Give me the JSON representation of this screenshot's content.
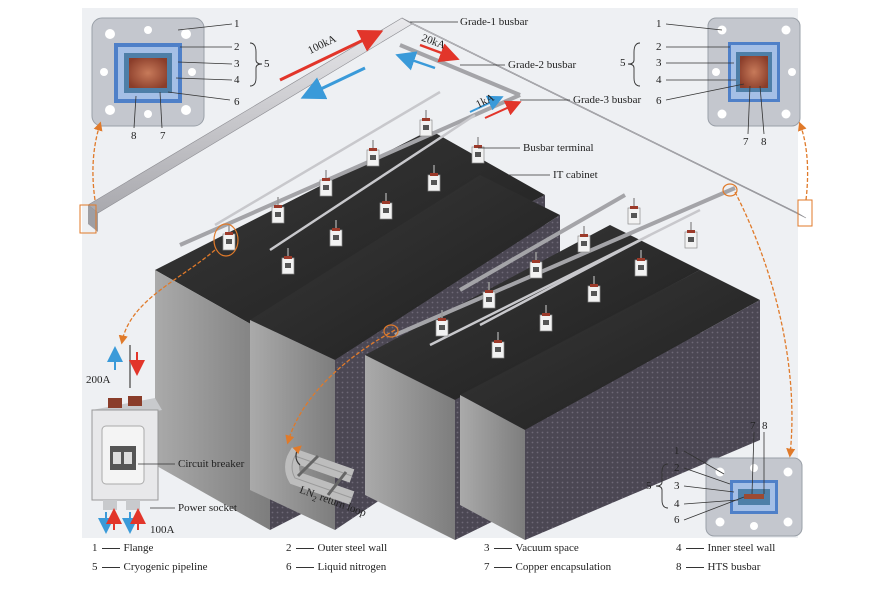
{
  "callouts": {
    "grade1": "Grade-1 busbar",
    "grade2": "Grade-2 busbar",
    "grade3": "Grade-3 busbar",
    "terminal": "Busbar terminal",
    "cabinet": "IT cabinet",
    "breaker": "Circuit breaker",
    "socket": "Power socket",
    "return_loop_a": "LN",
    "return_loop_sub": "2",
    "return_loop_b": " return loop"
  },
  "currents": {
    "c100ka": "100kA",
    "c20ka": "20kA",
    "c1ka": "1kA",
    "c200a": "200A",
    "c100a": "100A"
  },
  "numbers": [
    "1",
    "2",
    "3",
    "4",
    "5",
    "6",
    "7",
    "8"
  ],
  "legend": [
    {
      "num": "1",
      "text": "Flange"
    },
    {
      "num": "2",
      "text": "Outer steel wall"
    },
    {
      "num": "3",
      "text": "Vacuum space"
    },
    {
      "num": "4",
      "text": "Inner steel wall"
    },
    {
      "num": "5",
      "text": "Cryogenic pipeline"
    },
    {
      "num": "6",
      "text": "Liquid nitrogen"
    },
    {
      "num": "7",
      "text": "Copper encapsulation"
    },
    {
      "num": "8",
      "text": "HTS busbar"
    }
  ],
  "colors": {
    "cabinet_top": "#2b2b2b",
    "cabinet_side": "#9b9b9b",
    "cabinet_front": "#4a4650",
    "busbar": "#c9c9cc",
    "flange": "#c7c9cf",
    "arrow_red": "#e2352a",
    "arrow_blue": "#3a9ad9",
    "callout_orange": "#e07a2a"
  }
}
